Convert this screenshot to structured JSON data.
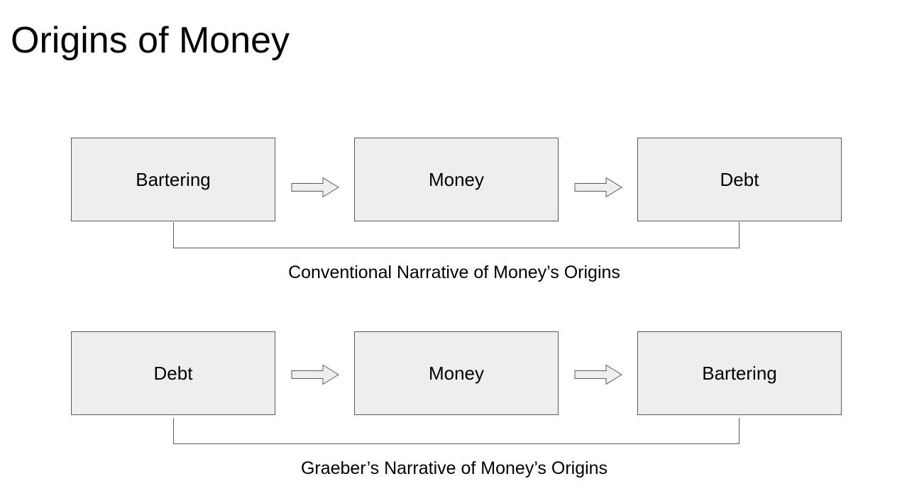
{
  "title": "Origins of Money",
  "colors": {
    "box_fill": "#eeeeee",
    "box_border": "#595959",
    "arrow_fill": "#eeeeee",
    "text": "#000000"
  },
  "rows": [
    {
      "boxes": [
        "Bartering",
        "Money",
        "Debt"
      ],
      "caption": "Conventional Narrative of Money’s Origins"
    },
    {
      "boxes": [
        "Debt",
        "Money",
        "Bartering"
      ],
      "caption": "Graeber’s Narrative of Money’s Origins"
    }
  ]
}
